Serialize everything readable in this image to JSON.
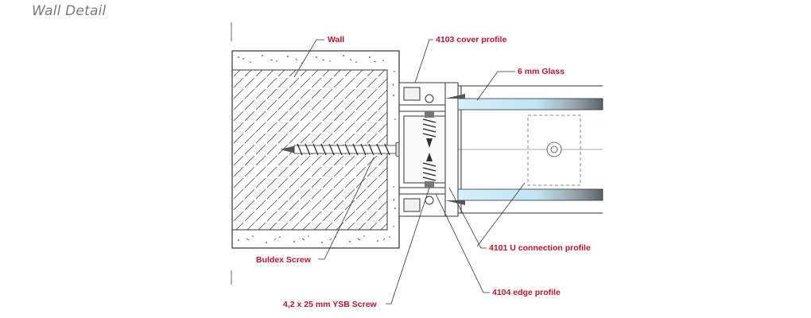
{
  "title": "Wall Detail",
  "labels": {
    "wall": "Wall",
    "cover_profile": "4103 cover profile",
    "glass": "6 mm Glass",
    "buldex_screw": "Buldex Screw",
    "u_connection_profile": "4101 U connection profile",
    "edge_profile": "4104 edge profile",
    "ysb_screw": "4,2 x 25 mm YSB Screw"
  },
  "colors": {
    "label_red": "#c8102e",
    "glass_blue": "#bfe3f3",
    "line": "#333333"
  }
}
